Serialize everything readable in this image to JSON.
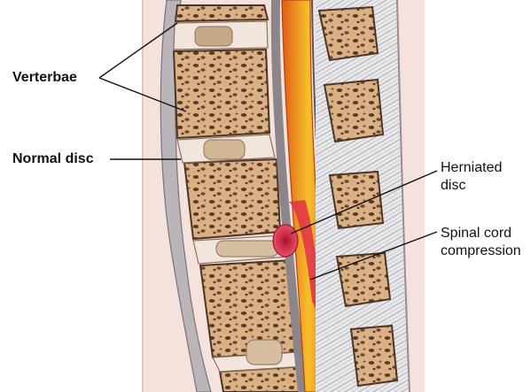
{
  "labels": {
    "vertebrae": "Verterbae",
    "normal_disc": "Normal disc",
    "herniated_disc_line1": "Herniated",
    "herniated_disc_line2": "disc",
    "spinal_cord_line1": "Spinal cord",
    "spinal_cord_line2": "compression"
  },
  "colors": {
    "background": "#f6e2dc",
    "bone": "#d7ae80",
    "bone_outline": "#6a4a30",
    "disc": "#d8c3a8",
    "cord_center": "#f3b324",
    "cord_edge": "#e25816",
    "compression": "#e0304a",
    "ligament": "#c8c8cc"
  }
}
